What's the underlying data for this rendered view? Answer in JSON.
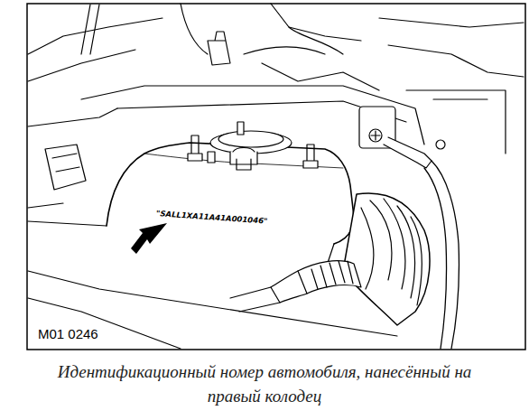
{
  "diagram": {
    "caption": "Идентификационный номер автомобиля, нанесённый на правый колодец",
    "labels": [
      "\"SALL1XA11A41A001046\"",
      "M01 0246"
    ]
  }
}
